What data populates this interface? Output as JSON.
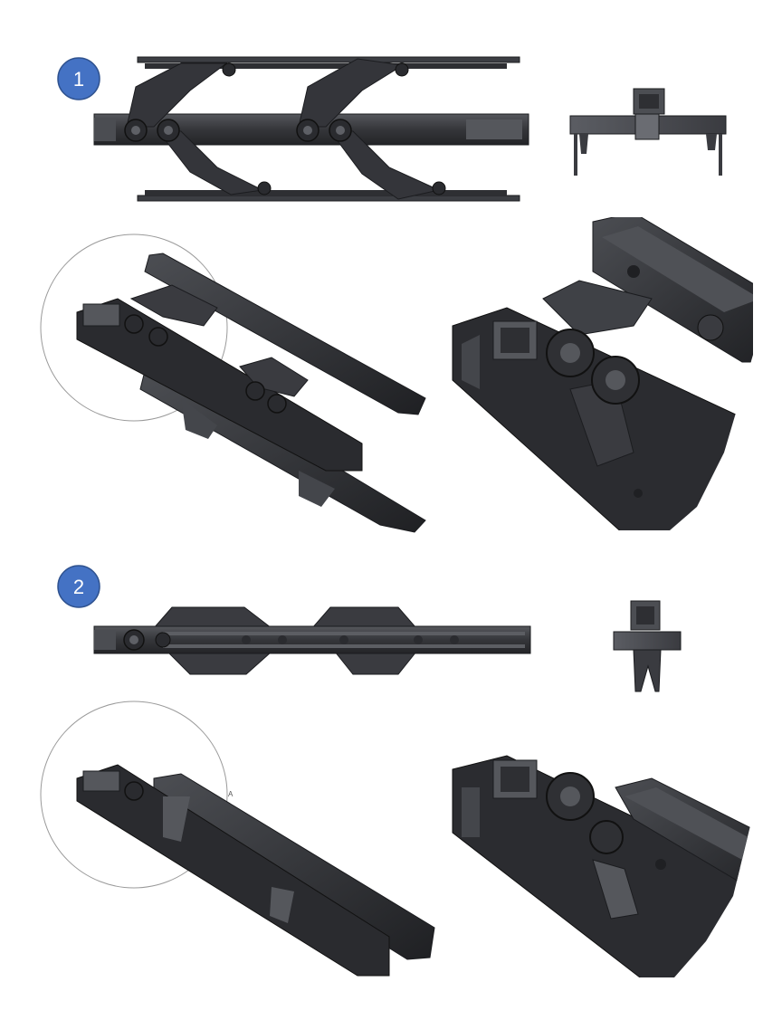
{
  "colors": {
    "badge_fill": "#4472C4",
    "badge_stroke": "#2F528F",
    "part_dark": "#2e2f33",
    "part_mid": "#46484d",
    "part_light": "#6a6c72",
    "edge": "#1b1c1f",
    "detail_circle": "#9a9a9a"
  },
  "steps": [
    {
      "number": "1"
    },
    {
      "number": "2"
    }
  ],
  "detail_label": "A"
}
